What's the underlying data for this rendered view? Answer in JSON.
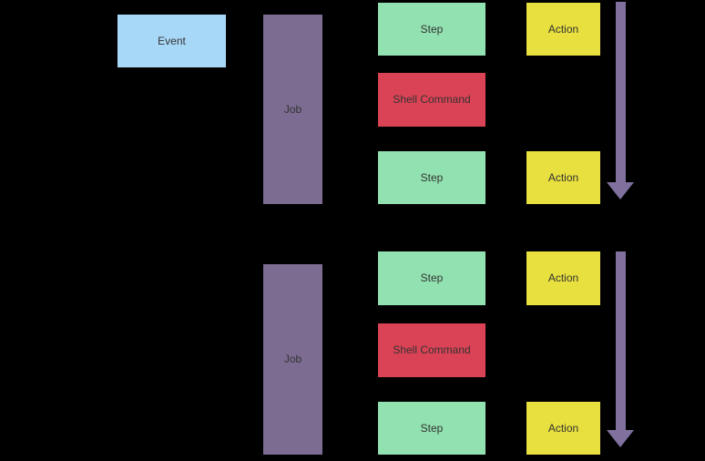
{
  "diagram": {
    "colors": {
      "background": "#000000",
      "event": "#a8d8f8",
      "job": "#7c6c92",
      "step": "#92e2b1",
      "shell_command": "#da4355",
      "action": "#e8e03e",
      "arrow": "#80709e",
      "label_text": "#333333"
    },
    "event": {
      "label": "Event"
    },
    "groups": [
      {
        "job": {
          "label": "Job"
        },
        "nodes": [
          {
            "kind": "step",
            "label": "Step"
          },
          {
            "kind": "shell_command",
            "label": "Shell Command"
          },
          {
            "kind": "step",
            "label": "Step"
          }
        ],
        "actions": [
          {
            "label": "Action"
          },
          {
            "label": "Action"
          }
        ],
        "arrow": {
          "direction": "down"
        }
      },
      {
        "job": {
          "label": "Job"
        },
        "nodes": [
          {
            "kind": "step",
            "label": "Step"
          },
          {
            "kind": "shell_command",
            "label": "Shell Command"
          },
          {
            "kind": "step",
            "label": "Step"
          }
        ],
        "actions": [
          {
            "label": "Action"
          },
          {
            "label": "Action"
          }
        ],
        "arrow": {
          "direction": "down"
        }
      }
    ]
  }
}
